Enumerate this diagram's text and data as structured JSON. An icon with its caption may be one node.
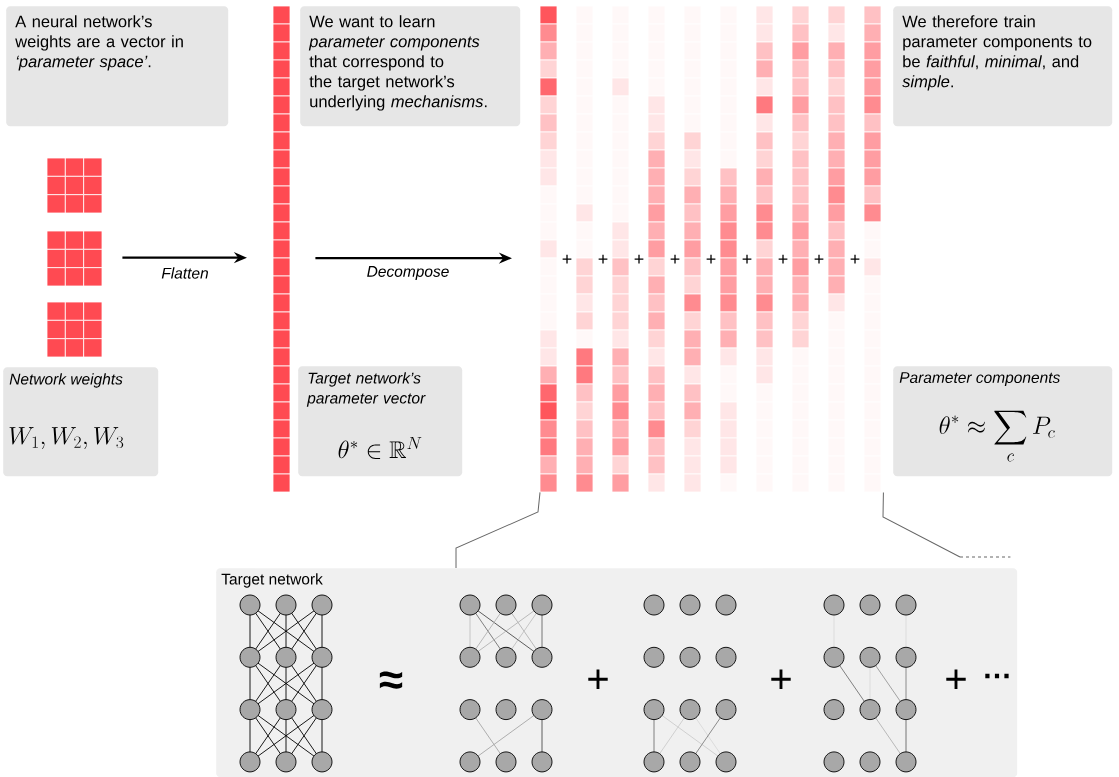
{
  "diagram": {
    "nodes": [
      {
        "text": [
          "A neural network’s weights are a vector in *‘parameter space’*."
        ]
      },
      {
        "text": [
          "We want to learn *parameter components* that correspond to the target network’s underlying *mechanisms*."
        ]
      },
      {
        "text": [
          "We therefore train parameter components to be *faithful*, *minimal*, and *simple*."
        ]
      },
      {
        "text": [
          "Network weights",
          "W_1, W_2, W_3"
        ]
      },
      {
        "text": [],
        "shape": "picture"
      },
      {
        "text": [],
        "shape": "bar"
      },
      {
        "text": [
          "Target network’s parameter vector",
          "\\theta^* \\in \\mathbb{R}^N"
        ]
      },
      {
        "text": [],
        "shape": "picture"
      },
      {
        "text": [
          "Parameter components",
          "\\theta^* \\approx \\sum_c P_c"
        ]
      },
      {
        "text": [
          "Target network"
        ]
      },
      {
        "text": [],
        "shape": "picture",
        "in": 9
      },
      {
        "text": [],
        "shape": "picture",
        "in": 9
      },
      {
        "text": [],
        "shape": "picture",
        "in": 9
      },
      {
        "text": [],
        "shape": "picture",
        "in": 9
      }
    ],
    "edges": [
      {
        "from": 4,
        "to": 5,
        "arrow": "to",
        "label": "Flatten"
      },
      {
        "from": 5,
        "to": 7,
        "arrow": "to",
        "label": "Decompose"
      },
      {
        "from": 7,
        "to": 9,
        "arrow": "none",
        "color": "#666666"
      },
      {
        "from": 7,
        "to": 9,
        "arrow": "none",
        "color": "#666666"
      }
    ],
    "labels": [
      "+",
      "+",
      "+",
      "+",
      "+",
      "+",
      "+",
      "+",
      "+",
      "≈",
      "+",
      "+",
      "+",
      "…"
    ]
  }
}
